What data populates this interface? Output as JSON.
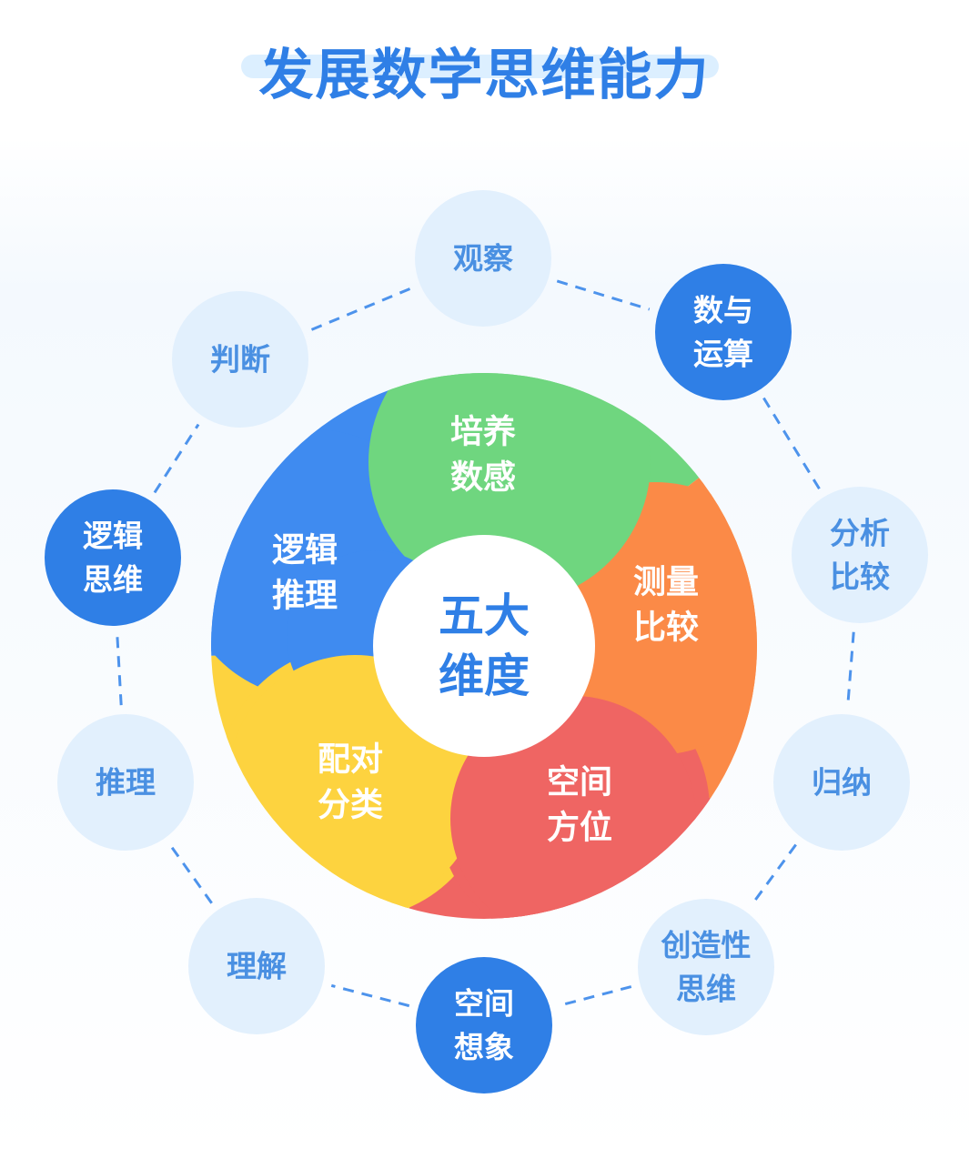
{
  "title": "发展数学思维能力",
  "center": {
    "line1": "五大",
    "line2": "维度"
  },
  "dimensions": [
    {
      "line1": "培养",
      "line2": "数感",
      "color": "#6fd67f"
    },
    {
      "line1": "测量",
      "line2": "比较",
      "color": "#fb8a47"
    },
    {
      "line1": "空间",
      "line2": "方位",
      "color": "#ef6563"
    },
    {
      "line1": "配对",
      "line2": "分类",
      "color": "#fdd33f"
    },
    {
      "line1": "逻辑",
      "line2": "推理",
      "color": "#3f8bf0"
    }
  ],
  "skills": [
    {
      "line1": "观察",
      "line2": "",
      "style": "light"
    },
    {
      "line1": "数与",
      "line2": "运算",
      "style": "dark"
    },
    {
      "line1": "分析",
      "line2": "比较",
      "style": "light"
    },
    {
      "line1": "归纳",
      "line2": "",
      "style": "light"
    },
    {
      "line1": "创造性",
      "line2": "思维",
      "style": "light"
    },
    {
      "line1": "空间",
      "line2": "想象",
      "style": "dark"
    },
    {
      "line1": "理解",
      "line2": "",
      "style": "light"
    },
    {
      "line1": "推理",
      "line2": "",
      "style": "light"
    },
    {
      "line1": "逻辑",
      "line2": "思维",
      "style": "dark"
    },
    {
      "line1": "判断",
      "line2": "",
      "style": "light"
    }
  ],
  "colors": {
    "title": "#2f7fe6",
    "center_text": "#2f7fe6",
    "light_circle": "#e2f0fd",
    "light_text": "#4a90e2",
    "dark_circle": "#2f7fe6",
    "dark_text": "#ffffff",
    "connector": "#4d93ec"
  }
}
